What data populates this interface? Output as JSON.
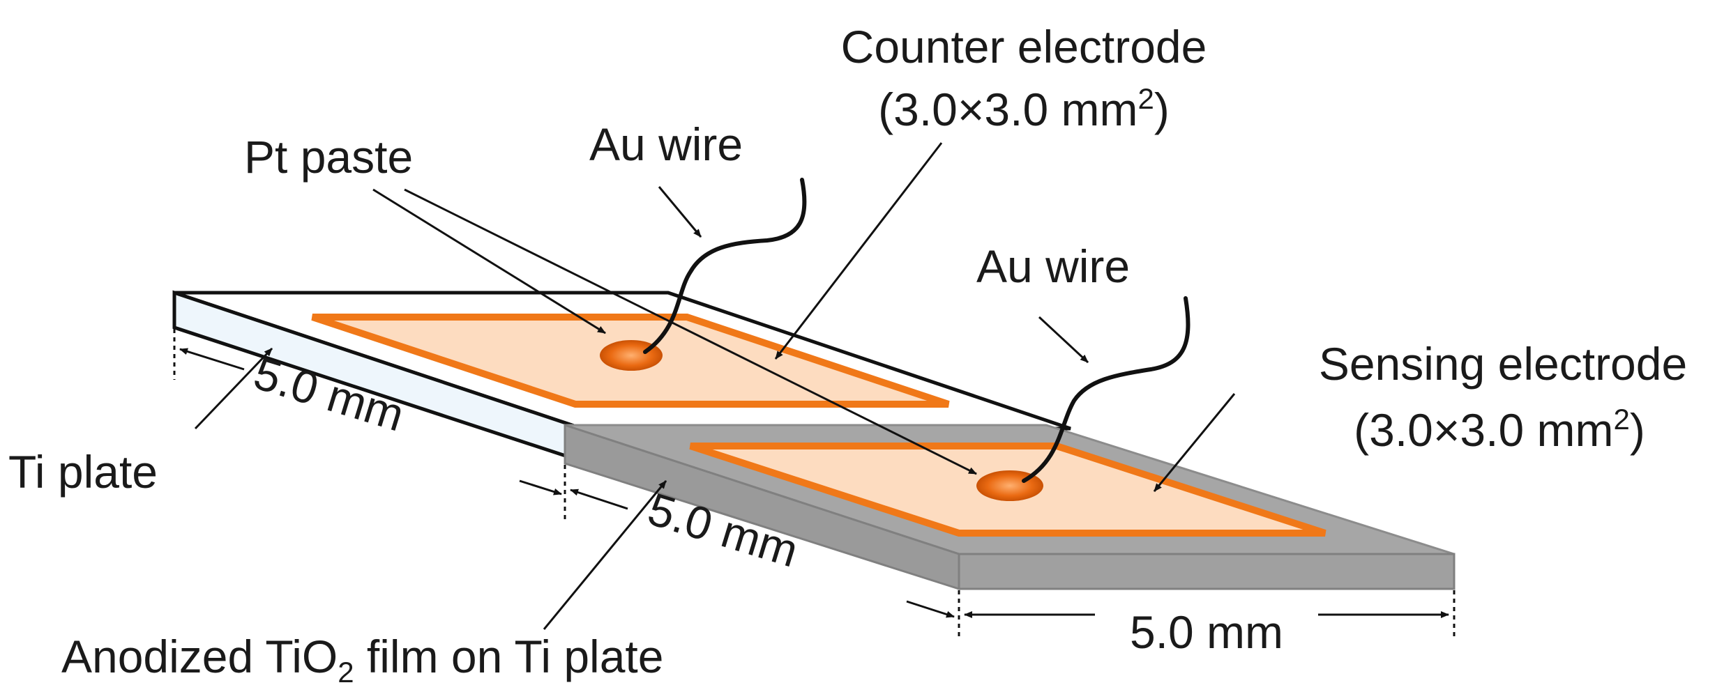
{
  "labels": {
    "counter_title": "Counter electrode",
    "counter_dims": "(3.0×3.0 mm",
    "counter_dims_sup": "2",
    "counter_dims_close": ")",
    "pt_paste": "Pt paste",
    "au_wire_1": "Au wire",
    "au_wire_2": "Au wire",
    "sensing_title": "Sensing electrode",
    "sensing_dims": "(3.0×3.0 mm",
    "sensing_dims_sup": "2",
    "sensing_dims_close": ")",
    "ti_plate": "Ti plate",
    "dim_ti_plate": "5.0 mm",
    "dim_tio2_depth": "5.0 mm",
    "dim_tio2_width": "5.0 mm",
    "anodized_prefix": "Anodized TiO",
    "anodized_sub": "2",
    "anodized_suffix": " film on Ti plate"
  },
  "colors": {
    "ti_plate_top": "#ffffff",
    "ti_plate_side": "#eef6fc",
    "tio2_plate": "#a6a6a6",
    "electrode_fill": "#fddcc0",
    "electrode_border": "#f07818",
    "pt_paste": "#e06010",
    "line": "#111111"
  }
}
